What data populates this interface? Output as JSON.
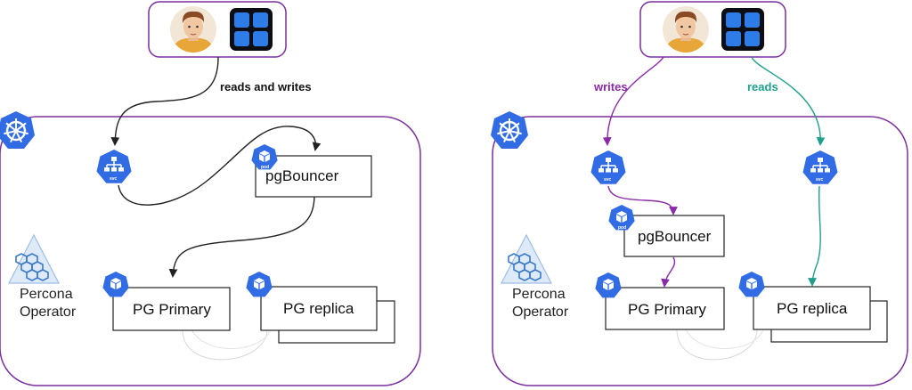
{
  "colors": {
    "cluster_border": "#7b2f9e",
    "user_border": "#7b2f9e",
    "k8s_blue": "#326ce5",
    "apps_blue": "#2d7ce8",
    "writes": "#8a2aa8",
    "reads": "#1f9e8c",
    "arrow": "#222222",
    "percona_blue": "#3a78c8"
  },
  "icons": {
    "user": "user-avatar-icon",
    "apps": "app-grid-icon",
    "kubernetes": "kubernetes-helm-icon",
    "service": "k8s-svc-icon",
    "pod": "k8s-pod-icon",
    "operator": "percona-operator-icon"
  },
  "left": {
    "edge_label": "reads and writes",
    "svc_label": "svc",
    "pod_label": "pod",
    "pgbouncer": "pgBouncer",
    "primary": "PG Primary",
    "replica": "PG replica",
    "operator_line1": "Percona",
    "operator_line2": "Operator"
  },
  "right": {
    "writes_label": "writes",
    "reads_label": "reads",
    "svc_label": "svc",
    "pod_label": "pod",
    "pgbouncer": "pgBouncer",
    "primary": "PG Primary",
    "replica": "PG replica",
    "operator_line1": "Percona",
    "operator_line2": "Operator"
  }
}
